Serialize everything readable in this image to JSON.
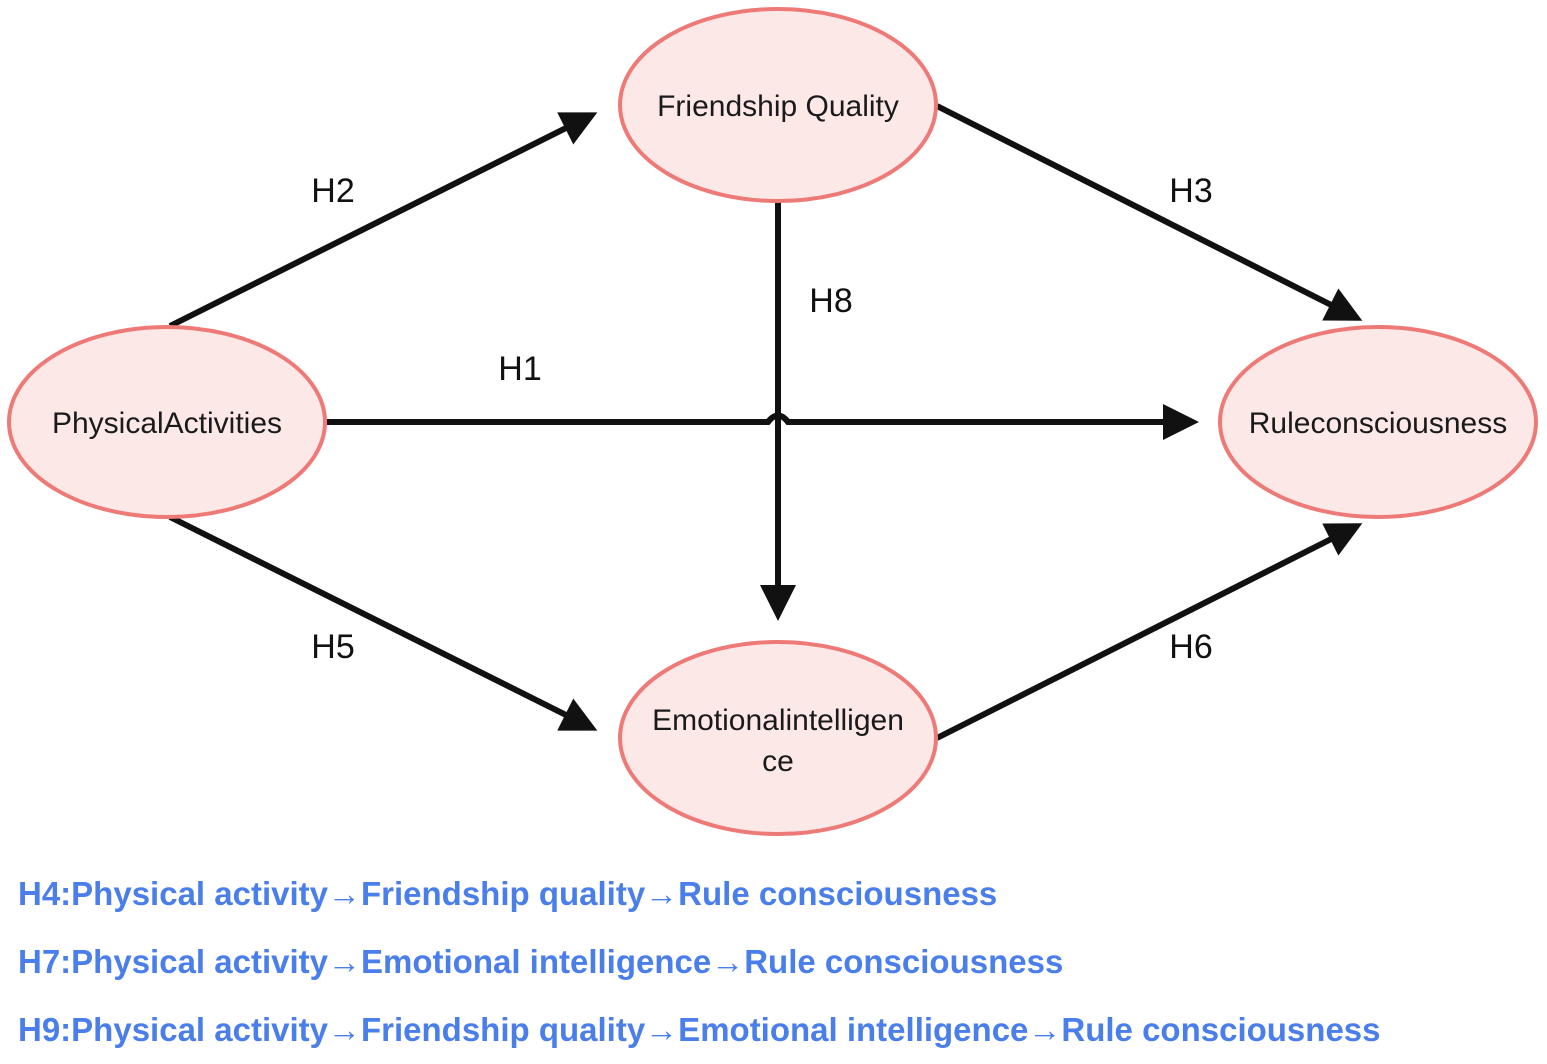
{
  "colors": {
    "node_fill": "#fde8e8",
    "node_stroke": "#ee7a78",
    "edge": "#111111",
    "legend_text": "#4a7eea"
  },
  "nodes": {
    "physical_activities": "PhysicalActivities",
    "friendship_quality": "Friendship Quality",
    "rule_consciousness": "Ruleconsciousness",
    "emotional_intelligence_line1": "Emotionalintelligen",
    "emotional_intelligence_line2": "ce"
  },
  "edges": [
    {
      "label": "H1",
      "from": "PhysicalActivities",
      "to": "Ruleconsciousness"
    },
    {
      "label": "H2",
      "from": "PhysicalActivities",
      "to": "Friendship Quality"
    },
    {
      "label": "H3",
      "from": "Friendship Quality",
      "to": "Ruleconsciousness"
    },
    {
      "label": "H5",
      "from": "PhysicalActivities",
      "to": "Emotionalintelligence"
    },
    {
      "label": "H6",
      "from": "Emotionalintelligence",
      "to": "Ruleconsciousness"
    },
    {
      "label": "H8",
      "from": "Friendship Quality",
      "to": "Emotionalintelligence"
    }
  ],
  "legend": [
    "H4:Physical activity→Friendship quality→Rule consciousness",
    "H7:Physical activity→Emotional intelligence→Rule consciousness",
    "H9:Physical activity→Friendship quality→Emotional intelligence→Rule consciousness"
  ]
}
